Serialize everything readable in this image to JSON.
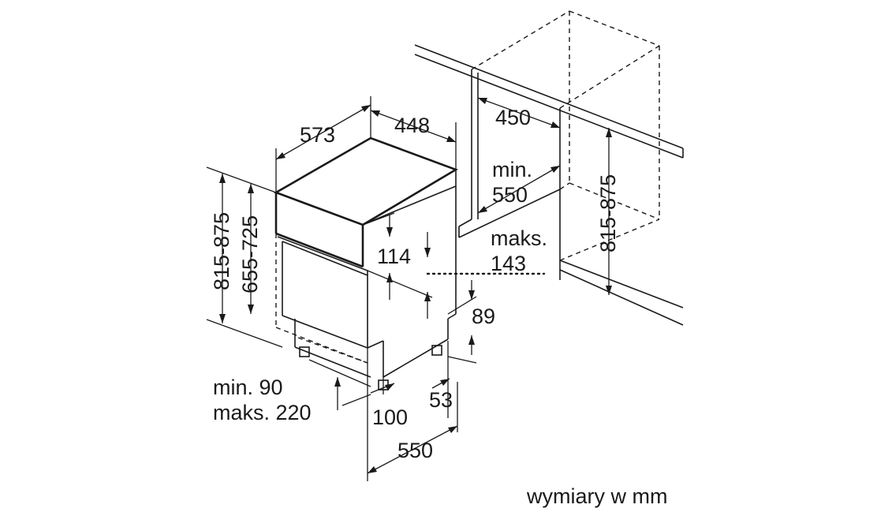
{
  "labels": {
    "depth_573": "573",
    "width_448": "448",
    "niche_depth_450": "450",
    "niche_width_min": "min.",
    "niche_width_550": "550",
    "height_815_875_left": "815-875",
    "height_655_725": "655-725",
    "height_815_875_right": "815-875",
    "panel_114": "114",
    "panel_maks": "maks.",
    "panel_143": "143",
    "dim_89": "89",
    "dim_53": "53",
    "plinth_min": "min. 90",
    "plinth_maks": "maks. 220",
    "dim_100": "100",
    "dim_550_bottom": "550"
  },
  "footer": {
    "units_note": "wymiary w mm"
  }
}
